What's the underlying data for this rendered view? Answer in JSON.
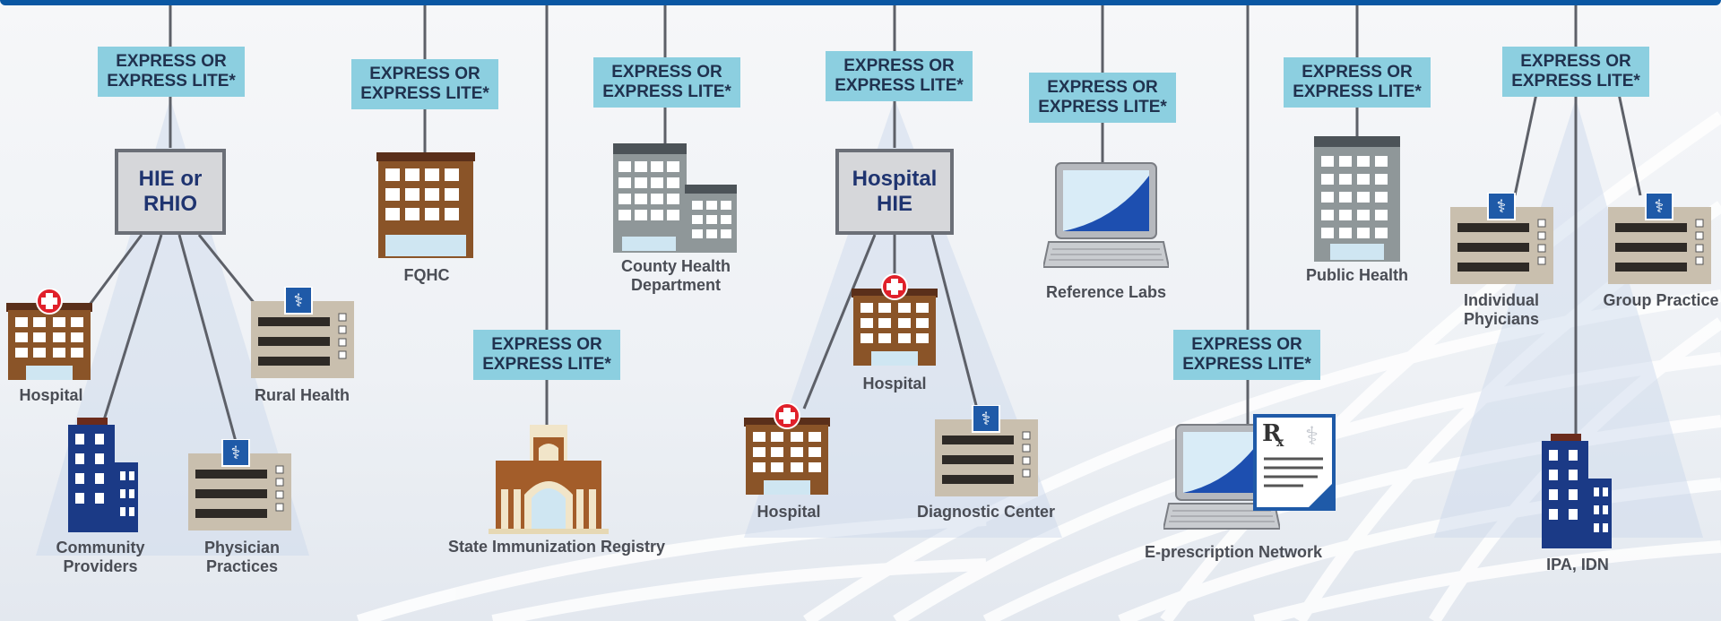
{
  "badge": {
    "line1": "EXPRESS OR",
    "line2": "EXPRESS LITE*"
  },
  "hubs": {
    "hie_rhio": {
      "line1": "HIE or",
      "line2": "RHIO"
    },
    "hospital_hie": {
      "line1": "Hospital",
      "line2": "HIE"
    }
  },
  "labels": {
    "hospital_left": "Hospital",
    "rural_health": "Rural Health",
    "community_providers_1": "Community",
    "community_providers_2": "Providers",
    "physician_practices_1": "Physician",
    "physician_practices_2": "Practices",
    "fqhc": "FQHC",
    "state_immunization_registry": "State Immunization Registry",
    "county_health_1": "County Health",
    "county_health_2": "Department",
    "hospital_center_top": "Hospital",
    "hospital_center_bottom": "Hospital",
    "diagnostic_center": "Diagnostic Center",
    "reference_labs": "Reference Labs",
    "eprescription_network": "E-prescription Network",
    "public_health": "Public Health",
    "individual_physicians_1": "Individual",
    "individual_physicians_2": "Phyicians",
    "group_practice": "Group Practice",
    "ipa_idn": "IPA, IDN"
  },
  "icons": [
    "hospital-building-icon",
    "clinic-building-icon",
    "office-tower-icon",
    "government-building-icon",
    "laptop-icon",
    "prescription-icon",
    "medical-caduceus-icon",
    "red-cross-icon"
  ],
  "colors": {
    "topbar": "#0a57a3",
    "badge": "#8ccfe0",
    "hub_border": "#6b6f77",
    "hub_text": "#1f3470",
    "label": "#4a4d55"
  }
}
